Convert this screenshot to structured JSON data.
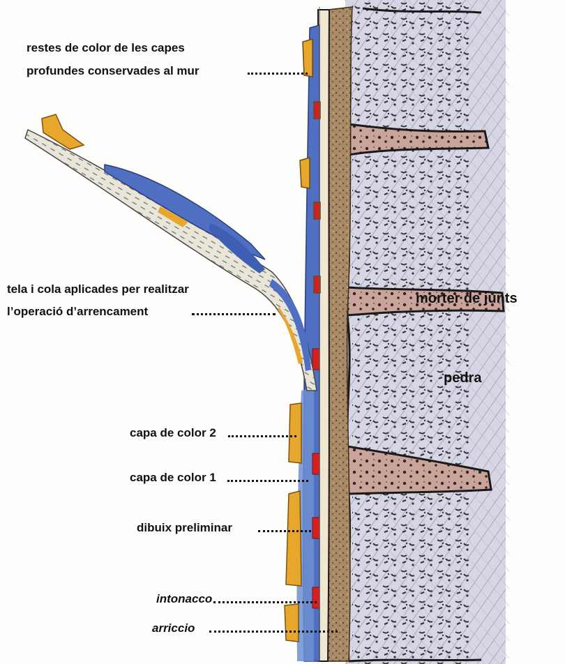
{
  "labels": {
    "restes_line1": "restes de color de les capes",
    "restes_line2": "profundes conservades al mur",
    "tela_line1": "tela i cola aplicades per realitzar",
    "tela_line2": "l’operació d’arrencament",
    "morter": "morter de junts",
    "pedra": "pedra",
    "capa2": "capa de color 2",
    "capa1": "capa de color 1",
    "dibuix": "dibuix preliminar",
    "intonacco": "intonacco",
    "arriccio": "arriccio"
  },
  "colors": {
    "stone_fill": "#d6d6e4",
    "stone_hatch": "#9a9ab4",
    "mortar": "#c8a49a",
    "arriccio": "#a88a66",
    "intonacco": "#efe7cf",
    "blue_layer": "#4f6fc2",
    "ochre_layer": "#e7a62c",
    "red_drawing": "#d81f1f",
    "ink": "#111111"
  }
}
